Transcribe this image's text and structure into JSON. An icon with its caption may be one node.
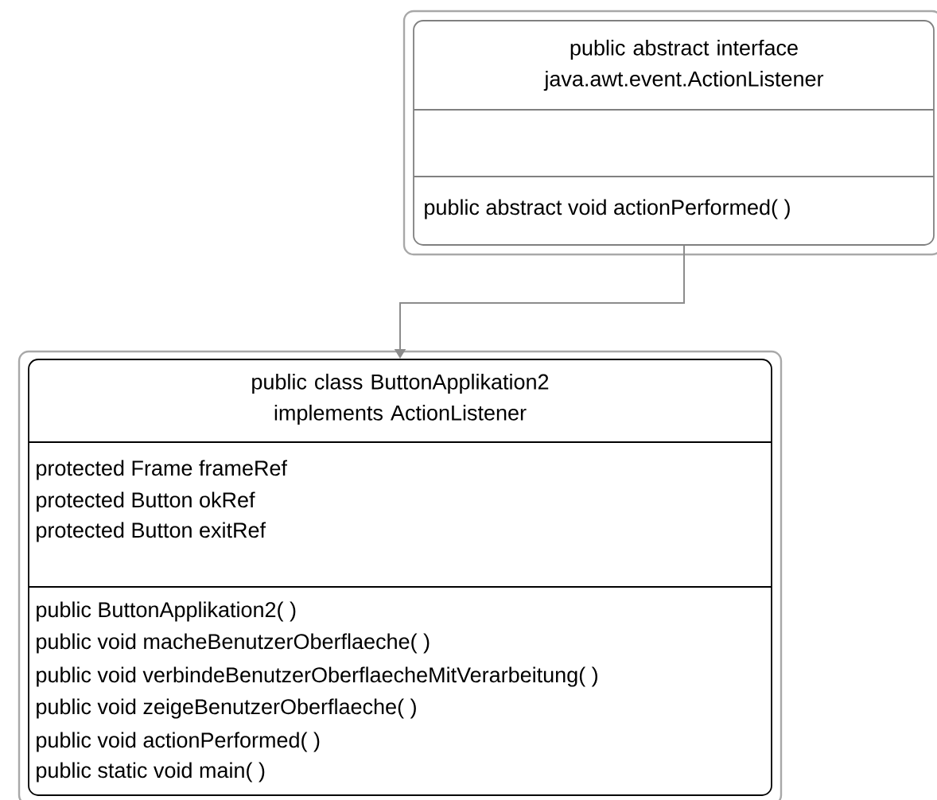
{
  "diagram": {
    "nodes": [
      {
        "text": [
          "public abstract interface java.awt.event.ActionListener",
          "public abstract void actionPerformed( )"
        ]
      },
      {
        "text": [
          "public class ButtonApplikation2 implements ActionListener",
          "protected Frame frameRef",
          "protected Button okRef",
          "protected Button exitRef",
          "public ButtonApplikation2( )",
          "public void macheBenutzerOberflaeche( )",
          "public void verbindeBenutzerOberflaecheMitVerarbeitung( )",
          "public void zeigeBenutzerOberflaeche( )",
          "public void actionPerformed( )",
          "public static void main( )"
        ]
      }
    ],
    "edges": [
      {
        "from": 0,
        "to": 1,
        "arrow": "to"
      }
    ]
  }
}
